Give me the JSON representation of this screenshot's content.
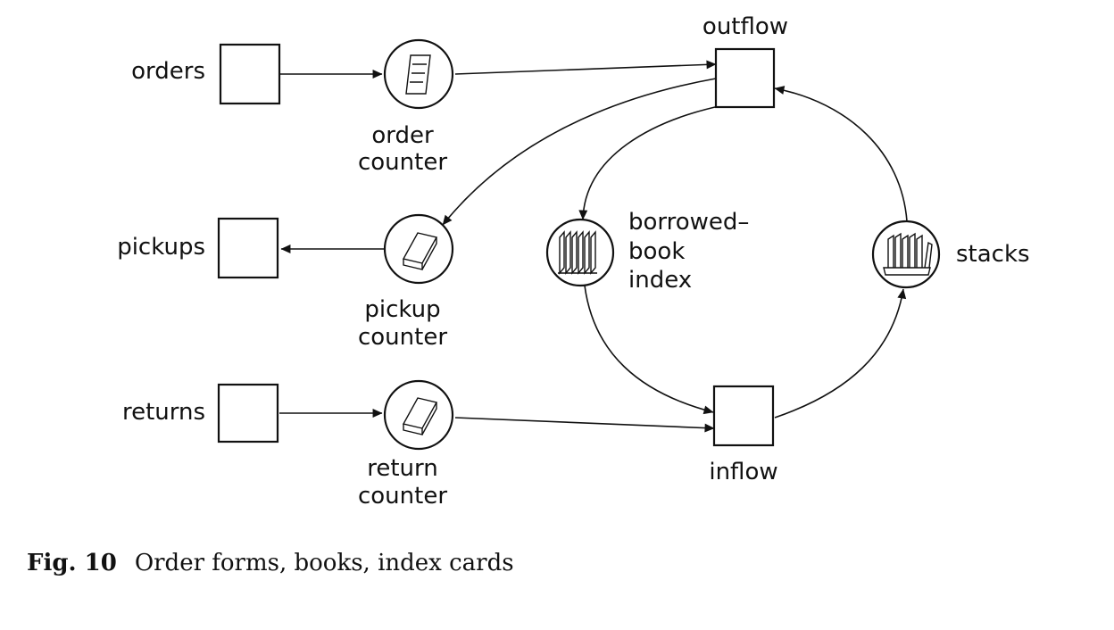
{
  "diagram": {
    "boxes": {
      "orders": "orders",
      "pickups": "pickups",
      "returns": "returns",
      "outflow": "outflow",
      "inflow": "inflow"
    },
    "places": {
      "order_counter": [
        "order",
        "counter"
      ],
      "pickup_counter": [
        "pickup",
        "counter"
      ],
      "return_counter": [
        "return",
        "counter"
      ],
      "borrowed_book_index": [
        "borrowed–",
        "book",
        "index"
      ],
      "stacks": "stacks"
    }
  },
  "caption": {
    "fig": "Fig. 10",
    "text": "Order forms, books, index cards"
  }
}
